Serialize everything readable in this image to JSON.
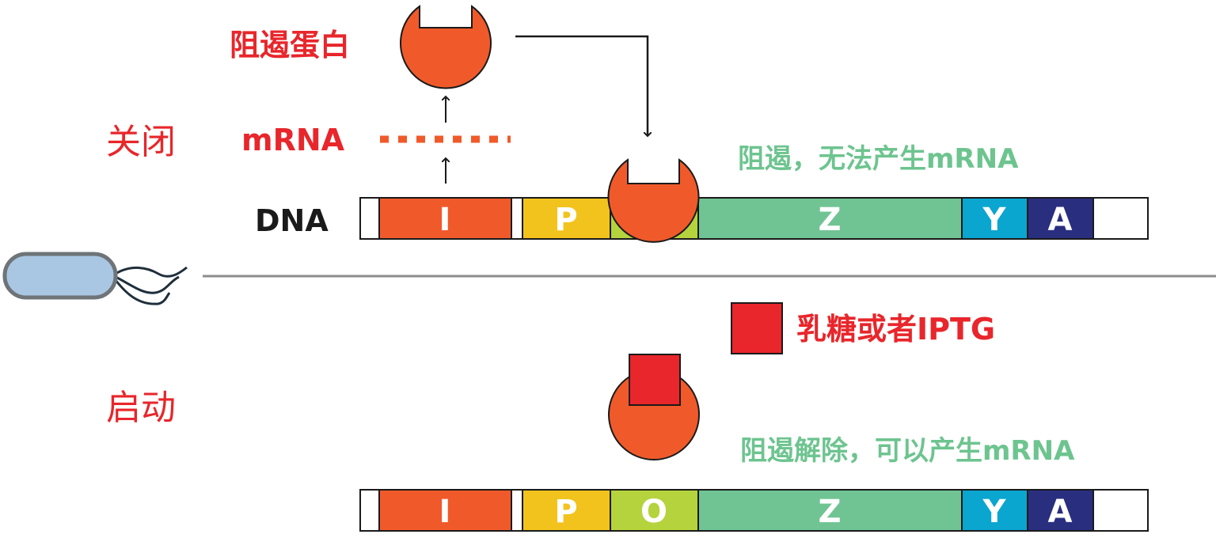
{
  "top": {
    "state_label": "关闭",
    "repressor_label": "阻遏蛋白",
    "mrna_label": "mRNA",
    "dna_label": "DNA",
    "status_text": "阻遏，无法产生mRNA",
    "dna_segments": [
      "I",
      "P",
      "",
      "Z",
      "Y",
      "A"
    ]
  },
  "bottom": {
    "state_label": "启动",
    "inducer_label": "乳糖或者IPTG",
    "status_text": "阻遏解除，可以产生mRNA",
    "dna_segments": [
      "I",
      "P",
      "O",
      "Z",
      "Y",
      "A"
    ]
  },
  "colors": {
    "gene_I": "#f05a2a",
    "gene_P": "#f2c31d",
    "gene_O": "#b5d33d",
    "gene_Z": "#70c493",
    "gene_Y": "#0aa6cf",
    "gene_A": "#2a2e7f",
    "repressor": "#f05a2a",
    "inducer": "#e8262b",
    "bacterium": "#a9c7e2"
  }
}
